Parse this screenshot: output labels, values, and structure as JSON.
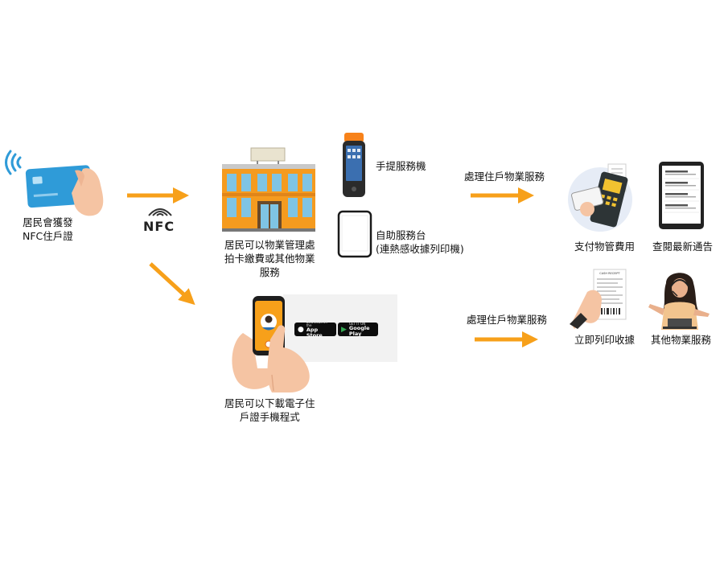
{
  "colors": {
    "arrow": "#f7a01a",
    "card": "#2f9bd8",
    "building_orange": "#f59b1f",
    "glass": "#7fc4e4",
    "device_dark": "#2b2b2b"
  },
  "icons": {
    "nfc_card": "hand-holding-nfc-card-icon",
    "nfc": "nfc-wave-icon",
    "building": "office-building-icon",
    "pos": "handheld-pos-terminal-icon",
    "tablet": "tablet-kiosk-icon",
    "payment": "card-payment-terminal-icon",
    "notice": "tablet-notice-list-icon",
    "phone": "hand-holding-phone-icon",
    "receipt": "hand-holding-receipt-icon",
    "agent": "customer-service-agent-icon"
  },
  "nodes": {
    "resident_card": "居民會獲發\nNFC住戶證",
    "nfc_mark": "NFC",
    "management_office": "居民可以物業管理處\n拍卡繳費或其他物業\n服務",
    "handheld_service": "手提服務機",
    "self_service_kiosk": "自助服務台\n(連熱感收據列印機)",
    "process_top": "處理住戶物業服務",
    "pay_fees": "支付物管費用",
    "latest_notices": "查閱最新通告",
    "download_app": "居民可以下載電子住\n戶證手機程式",
    "process_bottom": "處理住戶物業服務",
    "print_receipt": "立即列印收據",
    "other_services": "其他物業服務"
  },
  "badges": {
    "app_store_small": "Download on the",
    "app_store_big": "App Store",
    "google_play_small": "GET IT ON",
    "google_play_big": "Google Play"
  },
  "receipt_header": "CASH RECEIPT"
}
